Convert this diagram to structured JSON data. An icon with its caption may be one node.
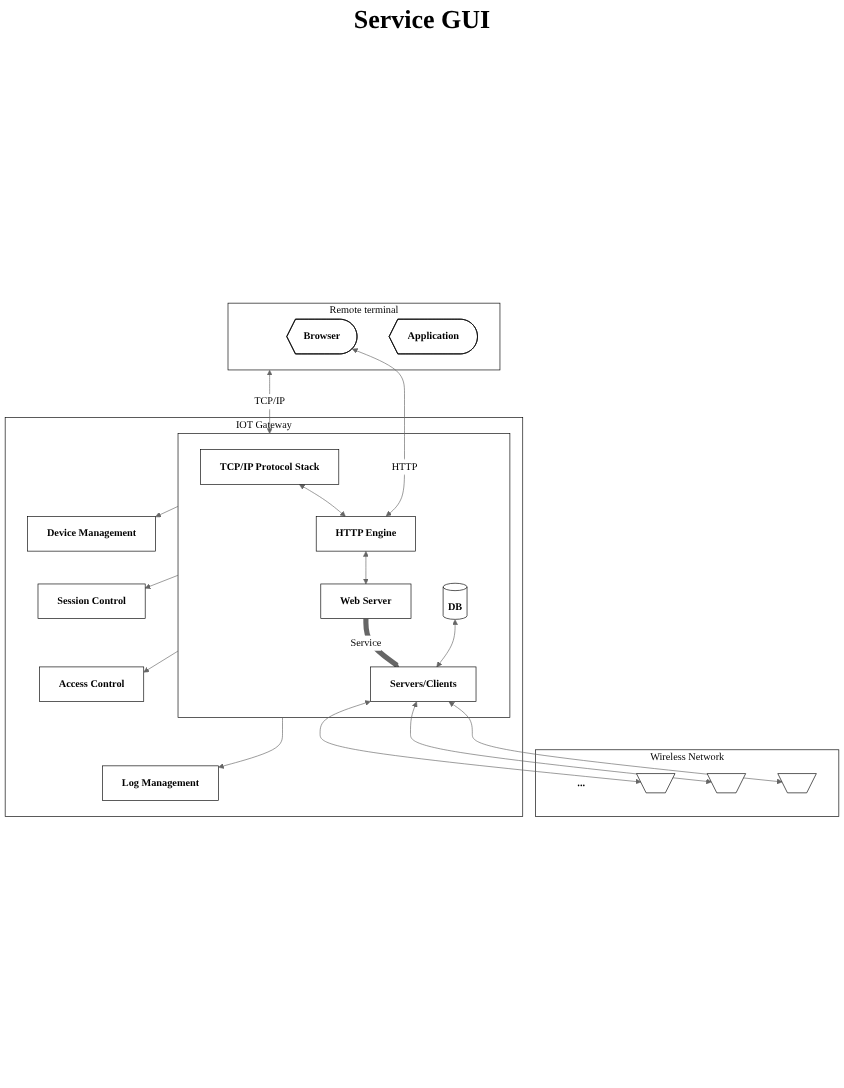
{
  "diagram": {
    "nodes": [
      {
        "text": [
          "Remote terminal"
        ]
      },
      {
        "text": [
          "Browser"
        ],
        "in": 0
      },
      {
        "text": [
          "Application"
        ],
        "in": 0
      },
      {
        "text": [
          "IOT Gateway"
        ]
      },
      {
        "text": [
          "Device Management"
        ],
        "in": 3
      },
      {
        "text": [
          "Session Control"
        ],
        "in": 3
      },
      {
        "text": [
          "Access Control"
        ],
        "in": 3
      },
      {
        "text": [
          "Log Management"
        ],
        "in": 3
      },
      {
        "text": [],
        "shape": "box",
        "in": 3
      },
      {
        "text": [
          "TCP/IP Protocol Stack"
        ],
        "in": 8
      },
      {
        "text": [
          "HTTP Engine"
        ],
        "in": 8
      },
      {
        "text": [
          "Web Server"
        ],
        "in": 8
      },
      {
        "text": [
          "DB"
        ],
        "in": 8
      },
      {
        "text": [
          "Servers/Clients"
        ],
        "in": 8
      },
      {
        "text": [
          "Wireless Network",
          "..."
        ]
      },
      {
        "text": [],
        "shape": "trapezoid",
        "in": 14
      },
      {
        "text": [],
        "shape": "trapezoid",
        "in": 14
      },
      {
        "text": [],
        "shape": "trapezoid",
        "in": 14
      }
    ],
    "edges": [
      {
        "from": 10,
        "to": 1,
        "arrow": "both",
        "label": "HTTP"
      },
      {
        "from": 0,
        "to": 8,
        "arrow": "both",
        "label": "TCP/IP"
      },
      {
        "from": 9,
        "to": 10,
        "arrow": "both"
      },
      {
        "from": 10,
        "to": 11,
        "arrow": "both"
      },
      {
        "from": 8,
        "to": 4,
        "arrow": "to"
      },
      {
        "from": 8,
        "to": 5,
        "arrow": "to"
      },
      {
        "from": 8,
        "to": 6,
        "arrow": "to"
      },
      {
        "from": 8,
        "to": 7,
        "arrow": "to"
      },
      {
        "from": 11,
        "to": 13,
        "arrow": "to",
        "label": "Service",
        "style": "thick"
      },
      {
        "from": 12,
        "to": 13,
        "arrow": "both"
      },
      {
        "from": 13,
        "to": 15,
        "arrow": "both"
      },
      {
        "from": 13,
        "to": 16,
        "arrow": "both"
      },
      {
        "from": 13,
        "to": 17,
        "arrow": "both"
      }
    ],
    "labels": [
      "Service GUI"
    ]
  }
}
